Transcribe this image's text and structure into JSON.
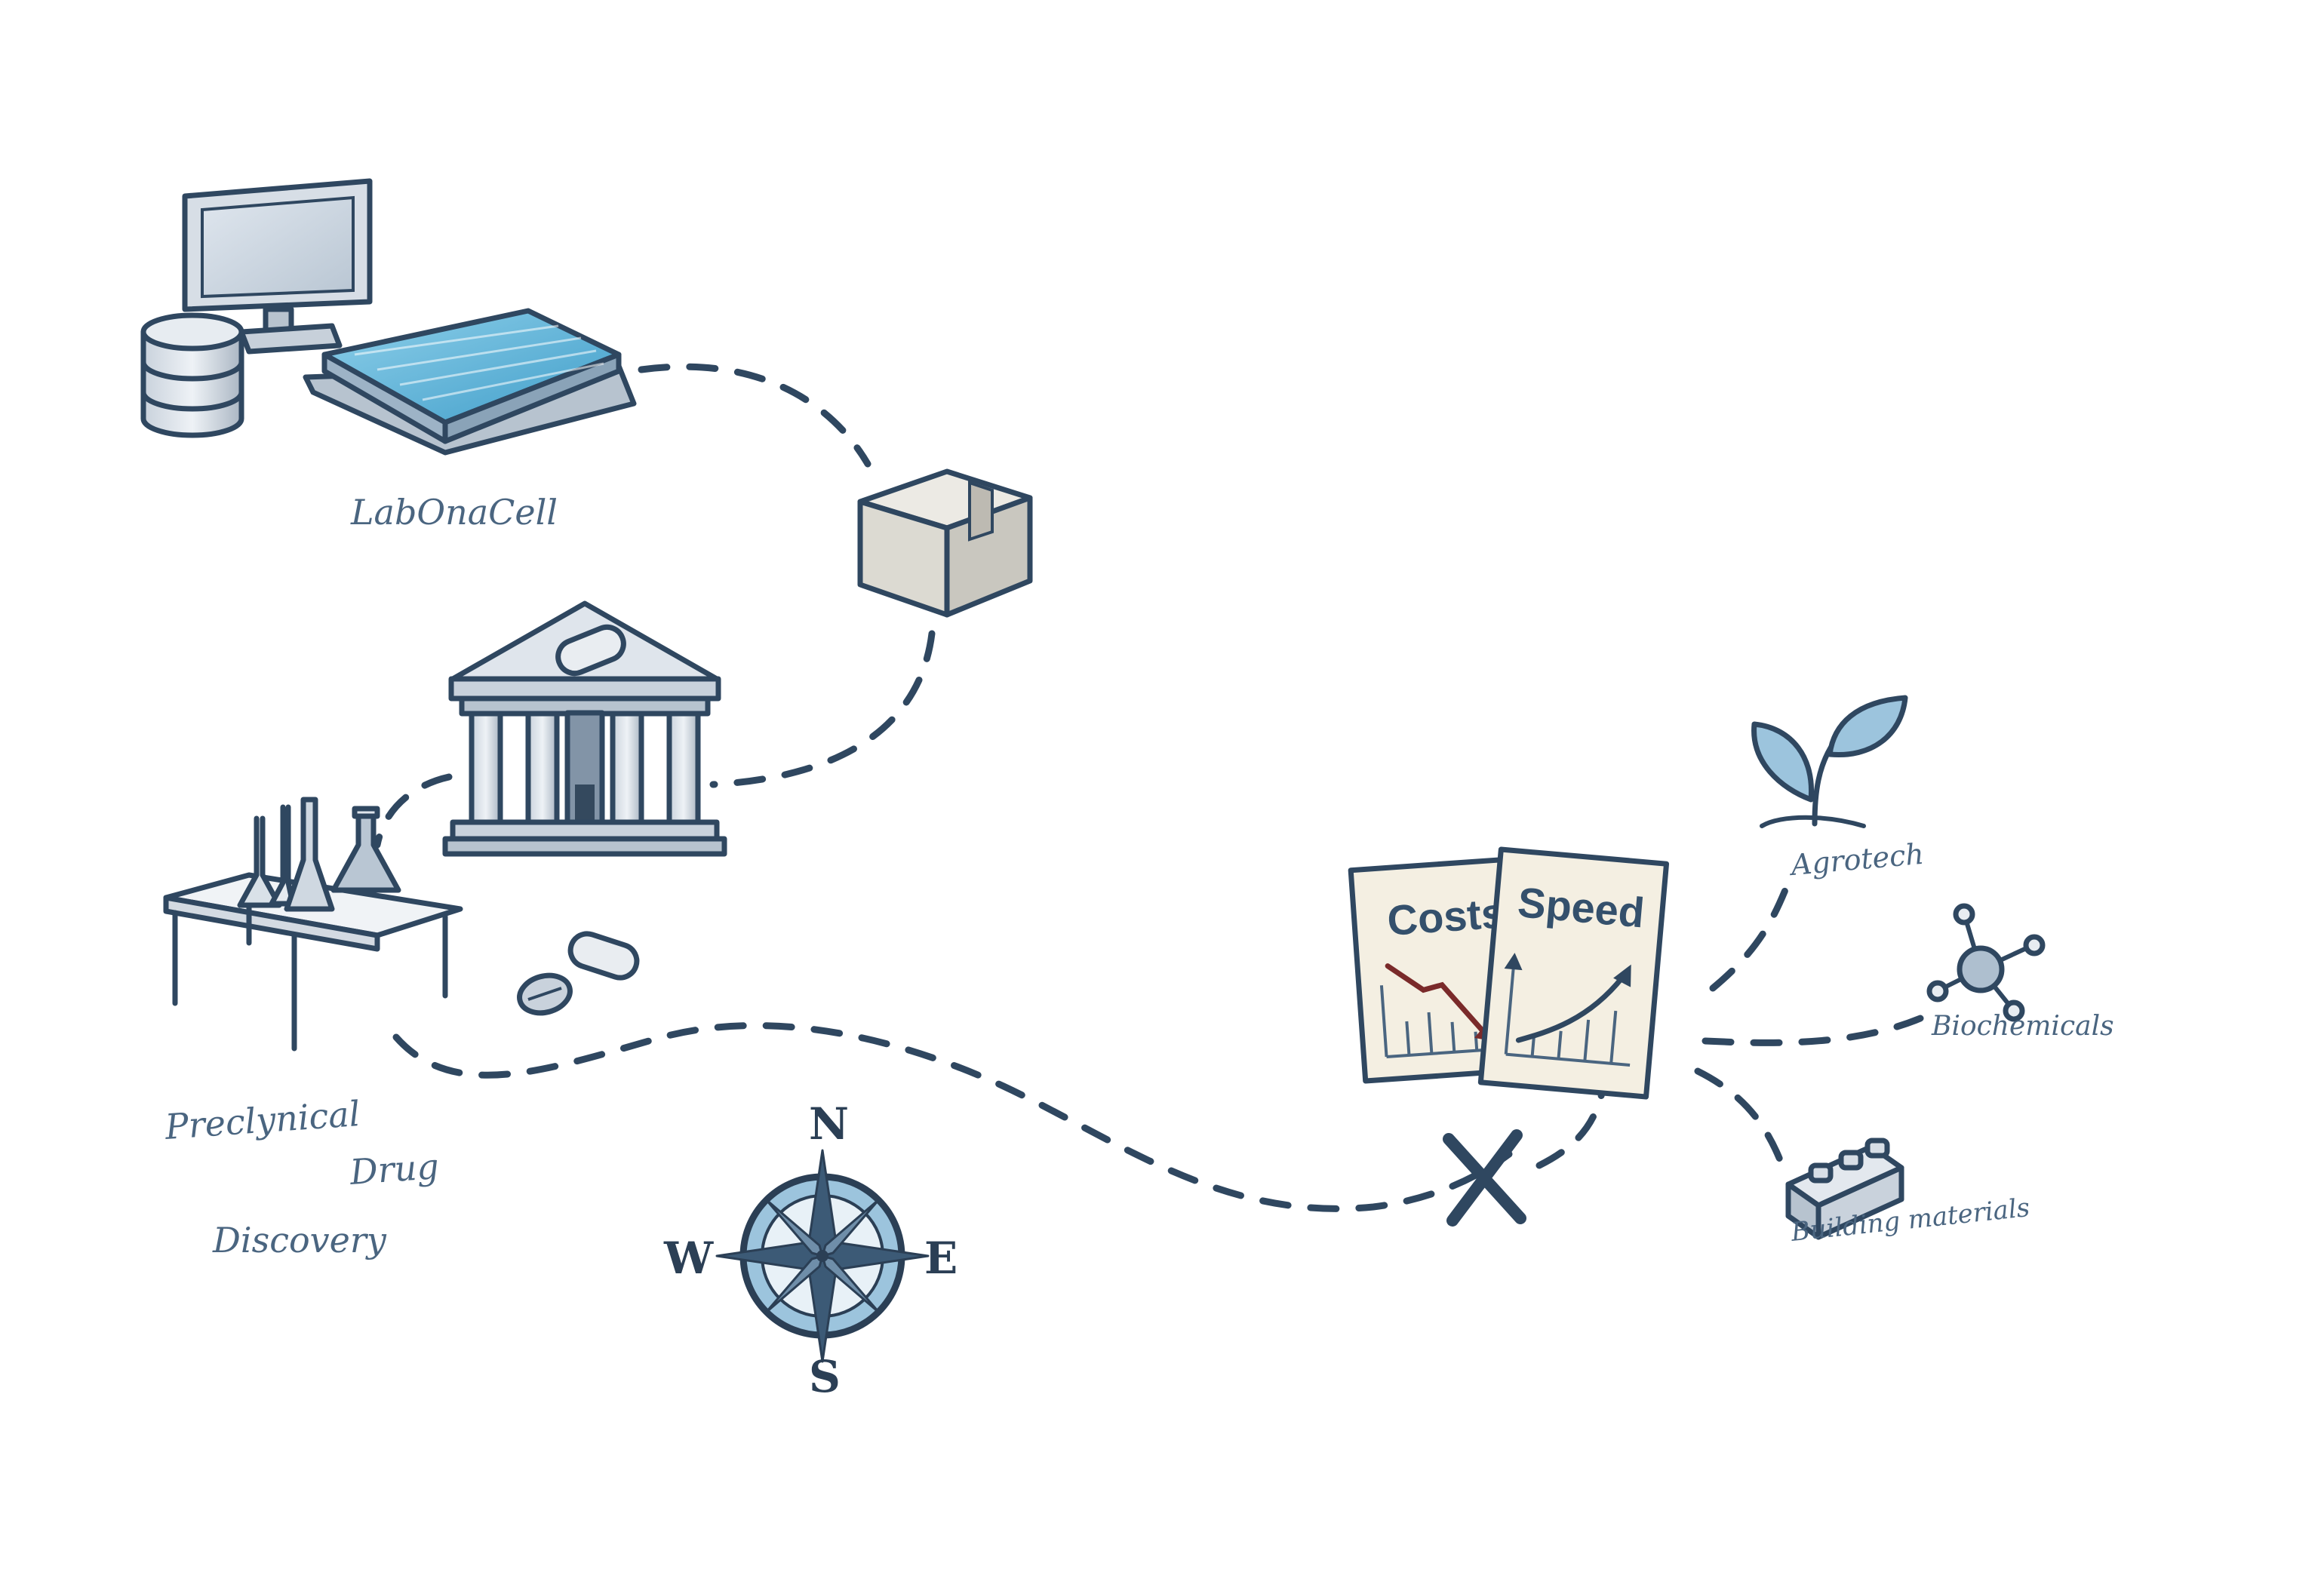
{
  "labels": {
    "lab_on_a_cell": "LabOnaCell",
    "preclinical_line1": "Preclynical",
    "preclinical_line2": "Drug",
    "preclinical_line3": "Discovery",
    "costs": "Costs",
    "speed": "Speed",
    "agrotech": "Agrotech",
    "biochemicals": "Biochemicals",
    "building_materials": "Building materials"
  },
  "compass": {
    "north": "N",
    "south": "S",
    "east": "E",
    "west": "W"
  },
  "icons": [
    "computer-monitor-icon",
    "database-icon",
    "microfluidic-chip-icon",
    "cardboard-box-icon",
    "bank-building-icon",
    "pill-capsule-icon",
    "lab-table-icon",
    "flask-icon",
    "pills-icon",
    "compass-rose-icon",
    "x-mark-icon",
    "costs-chart-card-icon",
    "speed-chart-card-icon",
    "sprout-icon",
    "molecule-icon",
    "building-block-icon"
  ],
  "colors": {
    "ink": "#2f4760",
    "chip_blue": "#5ab4dc",
    "cost_arrow": "#7a2a2a",
    "card_bg": "#f4efe2",
    "label_text": "#4a6580"
  }
}
